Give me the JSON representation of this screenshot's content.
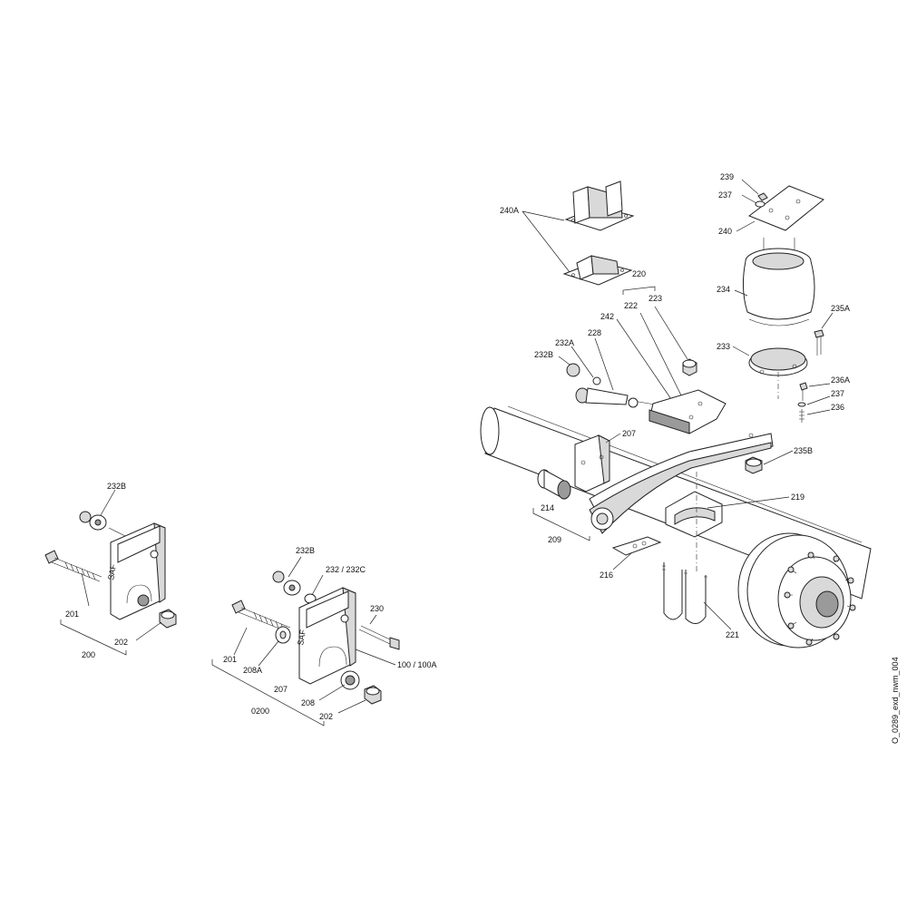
{
  "drawing_code": "O_0289_exd_nwm_004",
  "labels": {
    "l239": "239",
    "l237a": "237",
    "l240": "240",
    "l240A": "240A",
    "l220": "220",
    "l223": "223",
    "l222": "222",
    "l242": "242",
    "l234": "234",
    "l235A": "235A",
    "l228": "228",
    "l232A": "232A",
    "l232B_r": "232B",
    "l233": "233",
    "l236A": "236A",
    "l237b": "237",
    "l236": "236",
    "l207_r": "207",
    "l235B": "235B",
    "l219": "219",
    "l214": "214",
    "l209": "209",
    "l216": "216",
    "l221": "221",
    "l232B_a": "232B",
    "l201_a": "201",
    "l202_a": "202",
    "l200": "200",
    "l232B_b": "232B",
    "l232_232C": "232 / 232C",
    "l230": "230",
    "l201_b": "201",
    "l208A": "208A",
    "l100_100A": "100 / 100A",
    "l207_b": "207",
    "l208": "208",
    "l0200": "0200",
    "l202_b": "202"
  }
}
